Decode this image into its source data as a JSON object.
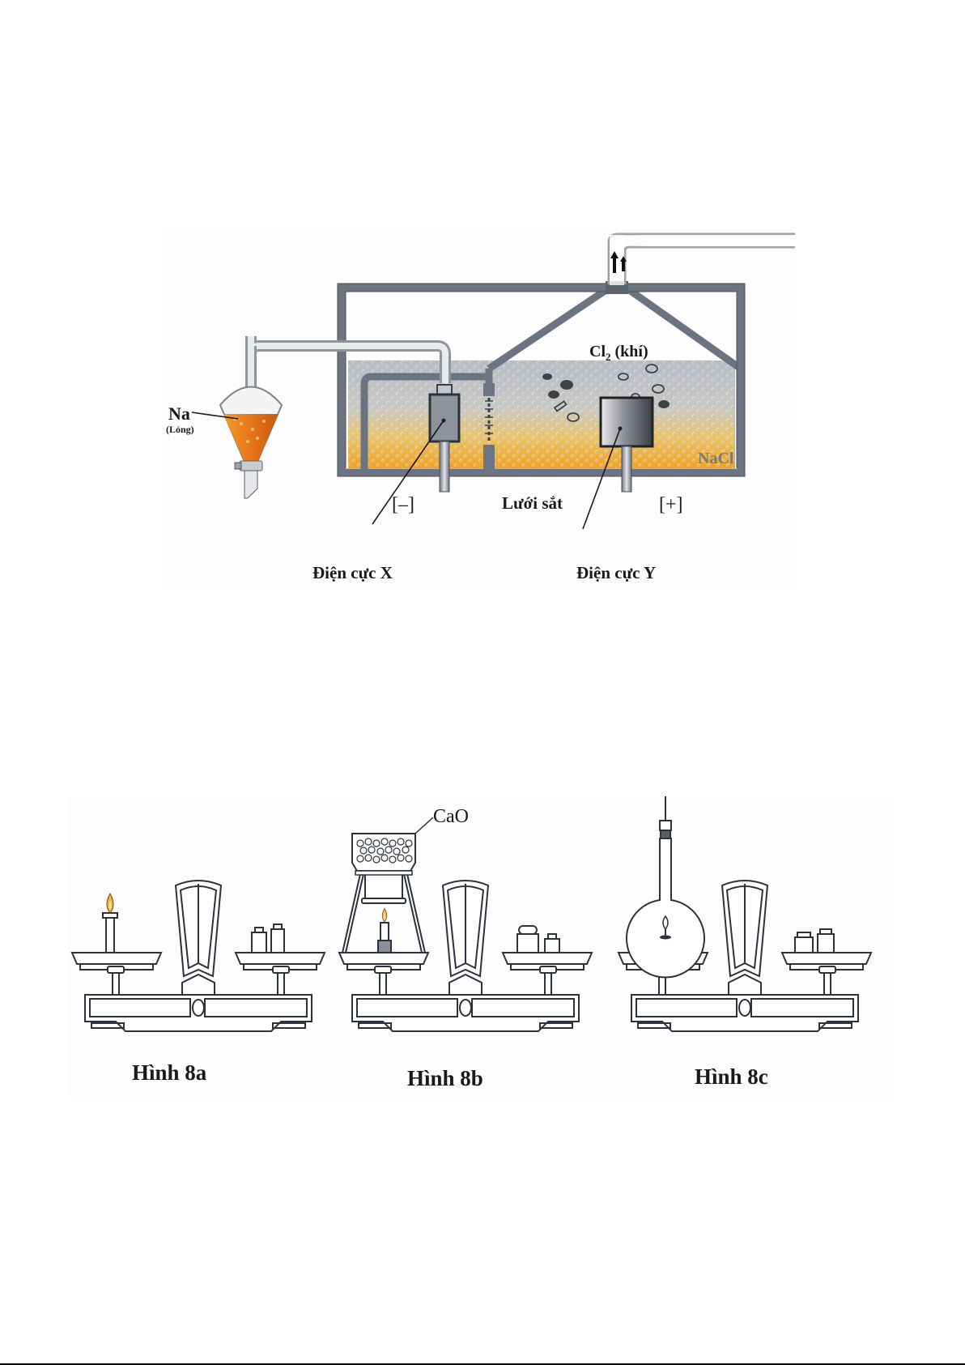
{
  "figure_top": {
    "description": "Electrolysis cell for molten NaCl producing Na and Cl2",
    "labels": {
      "na": "Na",
      "na_state": "(Lỏng)",
      "cl2_symbol": "Cl",
      "cl2_subscript": "2",
      "cl2_state": "(khí)",
      "nacl": "NaCl",
      "cathode_sign": "[–]",
      "anode_sign": "[+]",
      "mesh": "Lưới sắt",
      "electrode_x": "Điện cực X",
      "electrode_y": "Điện cực Y"
    },
    "colors": {
      "frame": "#6b7480",
      "liquid_top": "#b9bec6",
      "liquid_bottom": "#f0a826",
      "sodium": "#e8801c"
    }
  },
  "figure_bottom": {
    "description": "Three balance scale experiments",
    "panels": [
      {
        "caption": "Hình 8a",
        "left_item": "candle"
      },
      {
        "caption": "Hình 8b",
        "left_item": "candle under CaO container",
        "callout": "CaO"
      },
      {
        "caption": "Hình 8c",
        "left_item": "sealed round-bottom flask with candle"
      }
    ]
  }
}
